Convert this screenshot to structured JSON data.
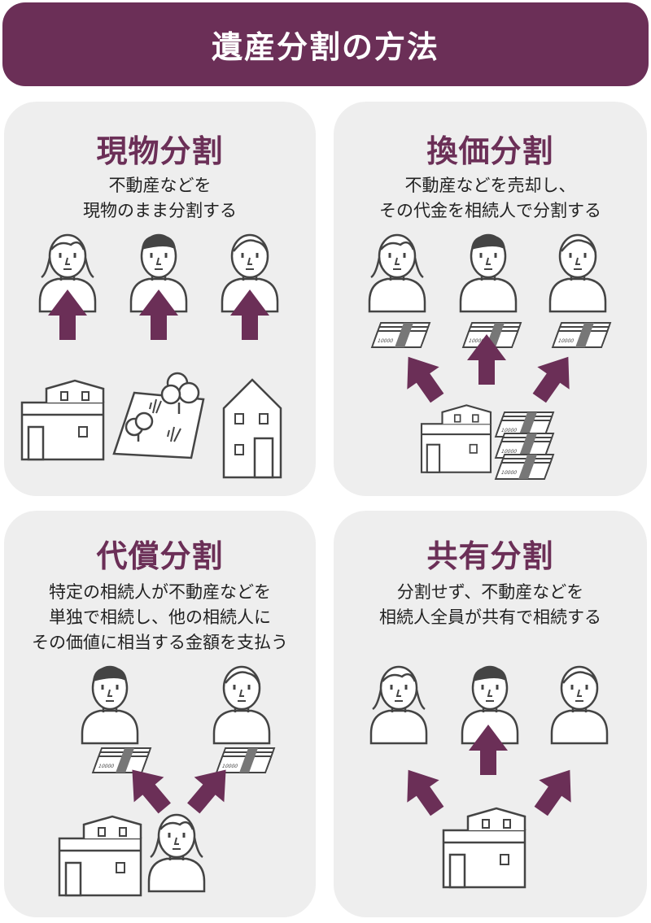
{
  "header": {
    "title": "遺産分割の方法"
  },
  "panels": [
    {
      "title": "現物分割",
      "desc": [
        "不動産などを",
        "現物のまま分割する"
      ]
    },
    {
      "title": "換価分割",
      "desc": [
        "不動産などを売却し、",
        "その代金を相続人で分割する"
      ]
    },
    {
      "title": "代償分割",
      "desc": [
        "特定の相続人が不動産などを",
        "単独で相続し、他の相続人に",
        "その価値に相当する金額を支払う"
      ]
    },
    {
      "title": "共有分割",
      "desc": [
        "分割せず、不動産などを",
        "相続人全員が共有で相続する"
      ]
    }
  ],
  "money_label": "10000",
  "colors": {
    "accent": "#6b2f57",
    "panel_bg": "#eeeeee",
    "line": "#444444"
  },
  "icons": [
    "person-woman-icon",
    "person-man-icon",
    "arrow-up-icon",
    "house-icon",
    "land-icon",
    "money-stack-icon"
  ]
}
